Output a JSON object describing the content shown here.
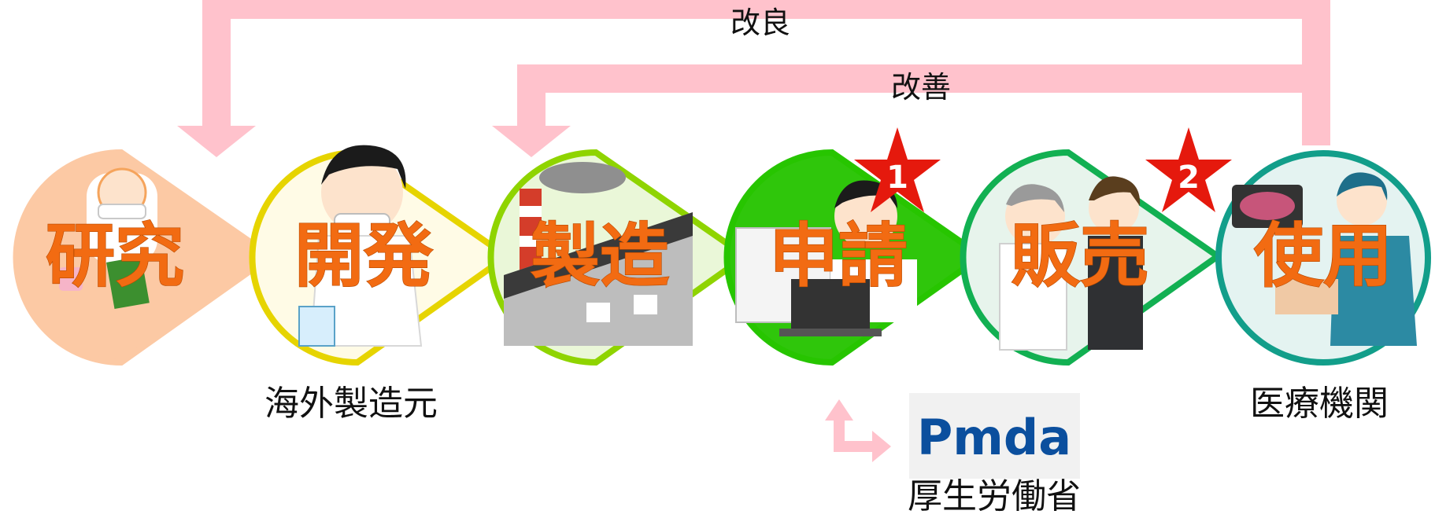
{
  "stages": [
    {
      "label": "研究",
      "ring_color": "#fbb486",
      "fill_color": "#fcc9a4"
    },
    {
      "label": "開発",
      "ring_color": "#e6d400",
      "fill_color": "#fffbe6"
    },
    {
      "label": "製造",
      "ring_color": "#8fd400",
      "fill_color": "#eaf7d8"
    },
    {
      "label": "申請",
      "ring_color": "#27c500",
      "fill_color": "#2fc60b"
    },
    {
      "label": "販売",
      "ring_color": "#12b052",
      "fill_color": "#e7f4ec"
    },
    {
      "label": "使用",
      "ring_color": "#129e8a",
      "fill_color": "#e4f3f1"
    }
  ],
  "feedback_loops": {
    "outer_label": "改良",
    "inner_label": "改善",
    "color": "#ffc2cc"
  },
  "captions": {
    "overseas_manufacturer": "海外製造元",
    "medical_institution": "医療機関",
    "ministry": "厚生労働省"
  },
  "badges": [
    {
      "number": "1"
    },
    {
      "number": "2"
    }
  ],
  "badge_color": "#e5190d",
  "logo": {
    "text": "Pmda",
    "color": "#0b4f9e",
    "background": "#f1f1f1"
  }
}
